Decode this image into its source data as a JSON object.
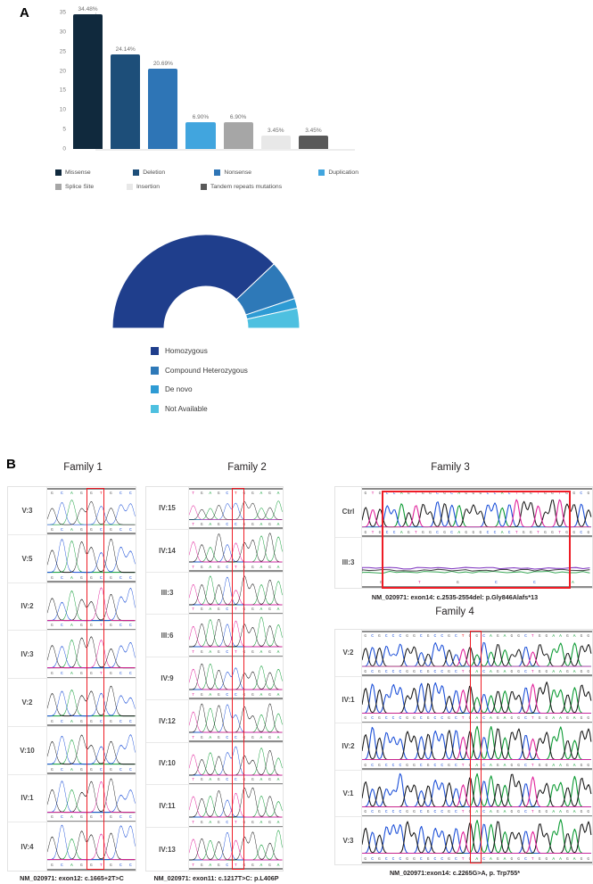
{
  "panels": {
    "a_label": "A",
    "b_label": "B"
  },
  "chart_data": [
    {
      "type": "bar",
      "title": "",
      "xlabel": "",
      "ylabel": "",
      "ylim": [
        0,
        35
      ],
      "yticks": [
        0,
        5,
        10,
        15,
        20,
        25,
        30,
        35
      ],
      "grid": false,
      "legend_position": "bottom",
      "categories": [
        "Missense",
        "Deletion",
        "Nonsense",
        "Duplication",
        "Splice Site",
        "Insertion",
        "Tandem repeats mutations"
      ],
      "values": [
        34.48,
        24.14,
        20.69,
        6.9,
        6.9,
        3.45,
        3.45
      ],
      "data_labels": [
        "34.48%",
        "24.14%",
        "20.69%",
        "6.90%",
        "6.90%",
        "3.45%",
        "3.45%"
      ],
      "colors": [
        "#10293d",
        "#1d4e79",
        "#2e75b6",
        "#41a5de",
        "#a6a6a6",
        "#e8e8e8",
        "#595959"
      ]
    },
    {
      "type": "pie",
      "variant": "semi-donut",
      "title": "",
      "legend_position": "bottom",
      "categories": [
        "Homozygous",
        "Compound Heterozygous",
        "De novo",
        "Not Available"
      ],
      "values": [
        75.9,
        13.8,
        3.4,
        6.9
      ],
      "colors": [
        "#1f3e8c",
        "#2e79b8",
        "#2e9bd4",
        "#4ec0e0"
      ]
    }
  ],
  "families": [
    {
      "title": "Family 1",
      "caption": "NM_020971: exon12: c.1665+2T>C",
      "header_sequence": "G C A G G T G C C",
      "header_highlight_index": 5,
      "rows": [
        {
          "label": "V:3",
          "sequence": "G C A G G C G C C"
        },
        {
          "label": "V:5",
          "sequence": "G C A G G C G C C"
        },
        {
          "label": "IV:2",
          "sequence": "G C A G G T G C C"
        },
        {
          "label": "IV:3",
          "sequence": "G C A G G T G C C"
        },
        {
          "label": "V:2",
          "sequence": "G C A G G C G C C"
        },
        {
          "label": "V:10",
          "sequence": "G C A G G C G C C"
        },
        {
          "label": "IV:1",
          "sequence": "G C A G G T G C C"
        },
        {
          "label": "IV:4",
          "sequence": "G C A G G T G C C"
        }
      ]
    },
    {
      "title": "Family 2",
      "caption": "NM_020971: exon11: c.1217T>C: p.L406P",
      "header_sequence": "T G A G C T G G A G A",
      "header_highlight_index": 5,
      "rows": [
        {
          "label": "IV:15",
          "sequence": "T G A G C C G G A G A"
        },
        {
          "label": "IV:14",
          "sequence": "T G A G C T G G A G A"
        },
        {
          "label": "III:3",
          "sequence": "T G A G C T G G A G A"
        },
        {
          "label": "III:6",
          "sequence": "T G A G C T G G A G A"
        },
        {
          "label": "IV:9",
          "sequence": "T G A G C C G G A G A"
        },
        {
          "label": "IV:12",
          "sequence": "T G A G C C G G A G A"
        },
        {
          "label": "IV:10",
          "sequence": "T G A G C C G G A G A"
        },
        {
          "label": "IV:11",
          "sequence": "T G A G C T G G A G A"
        },
        {
          "label": "IV:13",
          "sequence": "T G A G C T G G A G A"
        }
      ]
    },
    {
      "title": "Family 3",
      "caption": "NM_020971: exon14: c.2535-2554del: p.Gly846Alafs*13",
      "header_sequence": "G T G C C A G T G G C G C A G G G C C A C T G G T G G T G G C G",
      "rows": [
        {
          "label": "Ctrl",
          "sequence": "G T G C C A G T G G C G C A G G G C C A C T G G T G G T G G C G"
        },
        {
          "label": "III:3",
          "sequence": "G T G C C A"
        }
      ]
    },
    {
      "title": "Family 4",
      "caption": "NM_020971:exon14: c.2265G>A, p. Trp755*",
      "header_sequence": "G C G C C C G G C G C C G C T G G C A G A G G C T G G A A G A G G",
      "header_highlight_index": 14,
      "rows": [
        {
          "label": "V:2",
          "sequence": "G C G C C C G G C G C C G C T G A C A G A G G C T G G A A G A G G"
        },
        {
          "label": "IV:1",
          "sequence": "G C G C C C G G C G C C G C T G A C A G A G G C T G G A A G A G G"
        },
        {
          "label": "IV:2",
          "sequence": "G C G C C C G G C G C C G C T G A C A G A G G C T G G A A G A G G"
        },
        {
          "label": "V:1",
          "sequence": "G C G C C C G G C G C C G C T G A C A G A G G C T G G A A G A G G"
        },
        {
          "label": "V:3",
          "sequence": "G C G C C C G G C G C C G C T G A C A G A G G C T G G A A G A G G"
        }
      ]
    }
  ]
}
